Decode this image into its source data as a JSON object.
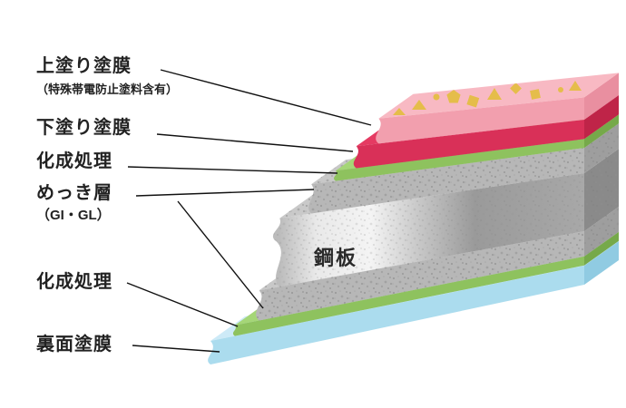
{
  "labels": {
    "topcoat": {
      "title": "上塗り塗膜",
      "note": "（特殊帯電防止塗料含有）"
    },
    "undercoat": {
      "title": "下塗り塗膜"
    },
    "chem_top": {
      "title": "化成処理"
    },
    "plating": {
      "title": "めっき層",
      "note": "（GI・GL）"
    },
    "chem_bottom": {
      "title": "化成処理"
    },
    "backcoat": {
      "title": "裏面塗膜"
    }
  },
  "core": {
    "label": "鋼板"
  },
  "colors": {
    "topcoat_pink_top": "#f8b9c3",
    "topcoat_pink_front": "#f29fae",
    "confetti_yellow": "#e5bd4a",
    "undercoat_red": "#d93058",
    "chem_green": "#8ec25e",
    "plating_gray": "#b7b7b7",
    "steel_silver": "#f4f4f4",
    "backcoat_blue": "#abdcee",
    "leader_line": "#111111",
    "text": "#222222",
    "background": "#ffffff"
  }
}
